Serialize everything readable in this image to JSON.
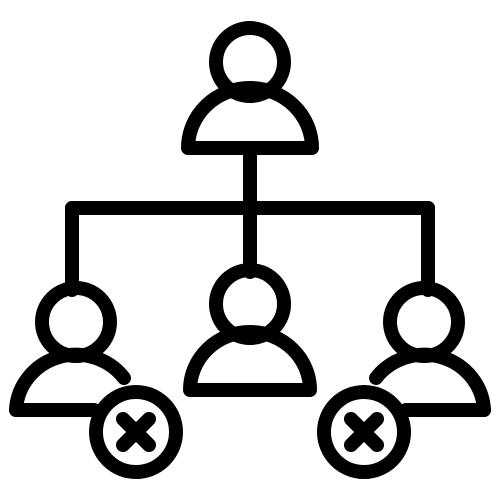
{
  "icon": {
    "semantic_name": "org-chart-removed-members-icon",
    "stroke_color": "#000000",
    "background_color": "#ffffff",
    "nodes": [
      {
        "name": "top-person-icon",
        "role": "manager"
      },
      {
        "name": "left-person-icon",
        "role": "member",
        "status": "removed"
      },
      {
        "name": "center-person-icon",
        "role": "member",
        "status": "active"
      },
      {
        "name": "right-person-icon",
        "role": "member",
        "status": "removed"
      }
    ],
    "badges": [
      {
        "name": "remove-badge-left-icon",
        "glyph": "x"
      },
      {
        "name": "remove-badge-right-icon",
        "glyph": "x"
      }
    ]
  }
}
